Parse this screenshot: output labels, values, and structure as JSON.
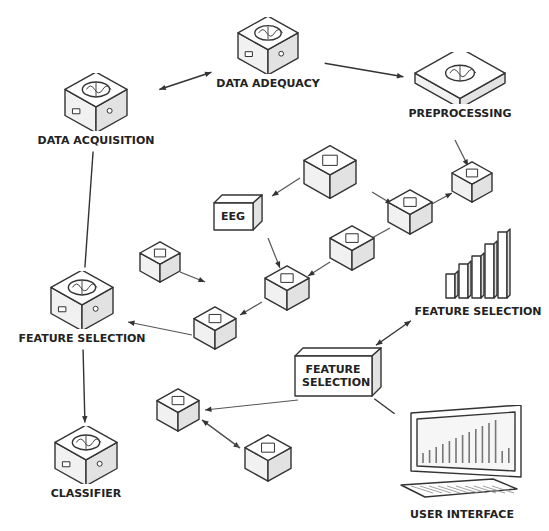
{
  "diagram": {
    "nodes": [
      {
        "text": [
          "DATA ADEQUACY"
        ]
      },
      {
        "text": [
          "PREPROCESSING"
        ]
      },
      {
        "text": [
          "DATA ACQUISITION"
        ]
      },
      {
        "text": [
          "EEG"
        ]
      },
      {
        "text": [
          "FEATURE SELECTION"
        ]
      },
      {
        "text": [
          "FEATURE SELECTION"
        ]
      },
      {
        "text": [
          "FEATURE SELECTION"
        ]
      },
      {
        "text": [
          "CLASSIFIER"
        ]
      },
      {
        "text": [
          "USER INTERFACE"
        ]
      }
    ],
    "edges": [
      {
        "from": 2,
        "to": 0,
        "arrow": "both"
      },
      {
        "from": 0,
        "to": 1,
        "arrow": "to"
      },
      {
        "from": 4,
        "to": 2,
        "arrow": "none"
      },
      {
        "from": 4,
        "to": 7,
        "arrow": "to"
      },
      {
        "from": 6,
        "to": 5,
        "arrow": "both"
      },
      {
        "from": 8,
        "to": 5,
        "arrow": "none"
      }
    ]
  }
}
